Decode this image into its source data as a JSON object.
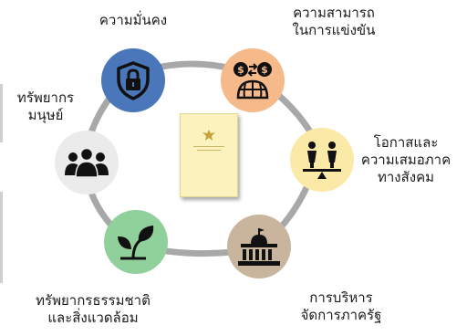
{
  "nodes": [
    {
      "id": "security",
      "lines": [
        "ความมั่นคง"
      ],
      "color": "#4a77b9",
      "icon": "shield-lock-icon"
    },
    {
      "id": "competitiveness",
      "lines": [
        "ความสามารถ",
        "ในการแข่งขัน"
      ],
      "color": "#f5b98a",
      "icon": "globe-money-exchange-icon"
    },
    {
      "id": "opportunity",
      "lines": [
        "โอกาสและ",
        "ความเสมอภาค",
        "ทางสังคม"
      ],
      "color": "#fbe9a7",
      "icon": "people-balance-icon"
    },
    {
      "id": "governance",
      "lines": [
        "การบริหาร",
        "จัดการภาครัฐ"
      ],
      "color": "#c9b59e",
      "icon": "government-building-icon"
    },
    {
      "id": "environment",
      "lines": [
        "ทรัพยากรธรรมชาติ",
        "และสิ่งแวดล้อม"
      ],
      "color": "#8fd09b",
      "icon": "leaf-icon"
    },
    {
      "id": "human",
      "lines": [
        "ทรัพยากร",
        "มนุษย์"
      ],
      "color": "#ebebeb",
      "icon": "people-group-icon"
    }
  ],
  "ring_color": "#a8a8a8",
  "book_color": "#fbf2bd"
}
